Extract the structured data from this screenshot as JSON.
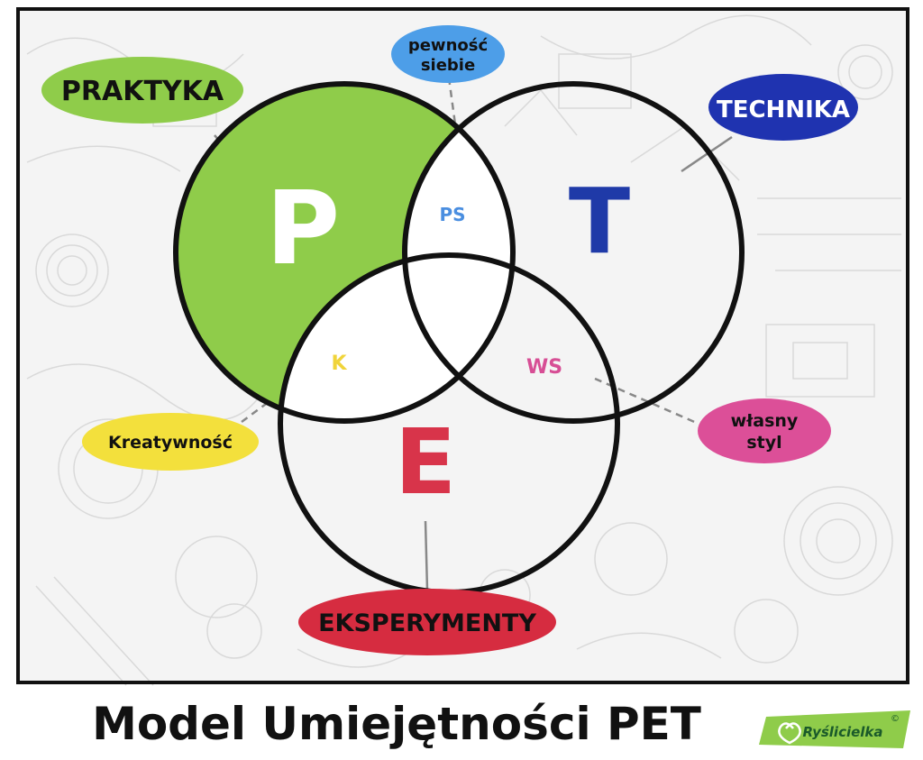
{
  "diagram": {
    "circles": {
      "p": {
        "letter": "P",
        "fill": "#8fcc4a",
        "letter_color": "#ffffff"
      },
      "t": {
        "letter": "T",
        "fill": "#ffffff",
        "letter_color": "#1f3aa8"
      },
      "e": {
        "letter": "E",
        "fill": "#ffffff",
        "letter_color": "#d8344a"
      }
    },
    "intersections": {
      "ps": {
        "label": "PS",
        "color": "#4a8ee0"
      },
      "k": {
        "label": "K",
        "color": "#f0d43a"
      },
      "ws": {
        "label": "WS",
        "color": "#d74e95"
      }
    },
    "badges": {
      "praktyka": {
        "label": "PRAKTYKA",
        "color": "#8fcc4a",
        "text_color": "#111111"
      },
      "technika": {
        "label": "TECHNIKA",
        "color": "#1f33b0",
        "text_color": "#ffffff"
      },
      "pewnosc": {
        "line1": "pewność",
        "line2": "siebie",
        "color": "#4d9ee8",
        "text_color": "#111111"
      },
      "kreatywnosc": {
        "label": "Kreatywność",
        "color": "#f3e03c",
        "text_color": "#111111"
      },
      "wlasny": {
        "line1": "własny",
        "line2": "styl",
        "color": "#dc4f98",
        "text_color": "#111111"
      },
      "eksperymenty": {
        "label": "EKSPERYMENTY",
        "color": "#d62c40",
        "text_color": "#111111"
      }
    }
  },
  "title": "Model Umiejętności PET",
  "logo": {
    "text": "Ryślicielka",
    "mark": "©",
    "color": "#8fcc4a"
  }
}
